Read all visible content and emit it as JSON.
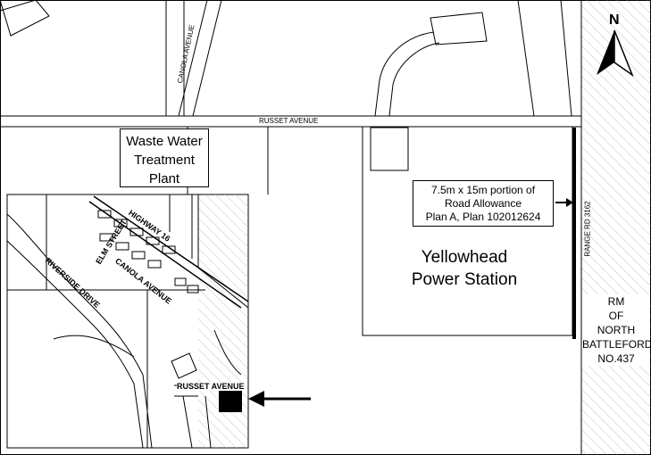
{
  "map": {
    "compass": {
      "label": "N"
    },
    "roads": {
      "canola_avenue": "CANOLA AVENUE",
      "russet_avenue": "RUSSET AVENUE",
      "range_rd": "RANGE RD 3162"
    },
    "labels": {
      "waste_water": "Waste Water Treatment Plant",
      "road_allowance_line1": "7.5m x 15m portion of",
      "road_allowance_line2": "Road Allowance",
      "road_allowance_line3": "Plan A, Plan 102012624",
      "power_station_line1": "Yellowhead",
      "power_station_line2": "Power Station",
      "rm_line1": "RM",
      "rm_line2": "OF",
      "rm_line3": "NORTH",
      "rm_line4": "BATTLEFORD",
      "rm_line5": "NO.437"
    },
    "inset": {
      "highway": "HIGHWAY 16",
      "elm_street": "ELM STREET",
      "canola_avenue": "CANOLA AVENUE",
      "riverside_drive": "RIVERSIDE DRIVE",
      "russet_avenue": "RUSSET AVENUE"
    },
    "colors": {
      "line": "#000000",
      "hatch": "#bdbdbd",
      "background": "#ffffff"
    }
  }
}
